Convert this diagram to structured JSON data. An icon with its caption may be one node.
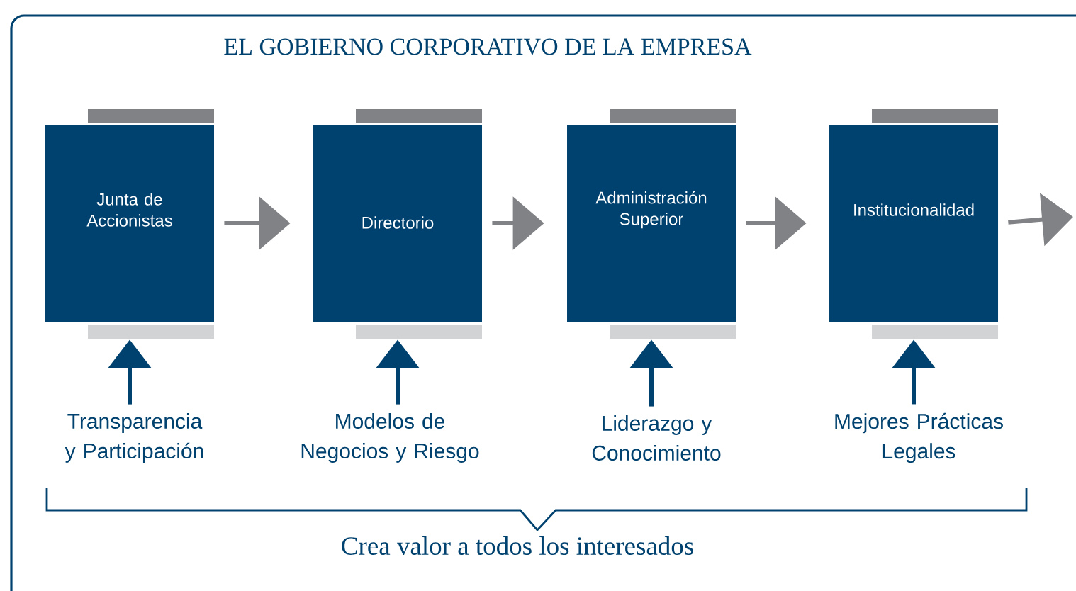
{
  "diagram": {
    "title": "EL GOBIERNO CORPORATIVO DE LA EMPRESA",
    "nodes": [
      {
        "text": [
          "Junta de Accionistas"
        ]
      },
      {
        "text": [
          "Directorio"
        ]
      },
      {
        "text": [
          "Administración Superior"
        ]
      },
      {
        "text": [
          "Institucionalidad"
        ]
      },
      {
        "text": [
          "Transparencia y Participación"
        ]
      },
      {
        "text": [
          "Modelos de Negocios y Riesgo"
        ]
      },
      {
        "text": [
          "Liderazgo y Conocimiento"
        ]
      },
      {
        "text": [
          "Mejores Prácticas Legales"
        ]
      }
    ],
    "edges": [
      {
        "from": 0,
        "to": 1,
        "arrow": "to"
      },
      {
        "from": 1,
        "to": 2,
        "arrow": "to"
      },
      {
        "from": 2,
        "to": 3,
        "arrow": "to"
      },
      {
        "from": 3,
        "to": null,
        "arrow": "to"
      },
      {
        "from": 4,
        "to": 0,
        "arrow": "to",
        "color": "#00426f"
      },
      {
        "from": 5,
        "to": 1,
        "arrow": "to",
        "color": "#00426f"
      },
      {
        "from": 6,
        "to": 2,
        "arrow": "to",
        "color": "#00426f"
      },
      {
        "from": 7,
        "to": 3,
        "arrow": "to",
        "color": "#00426f"
      }
    ],
    "labels": [
      "Crea valor a todos los interesados"
    ]
  }
}
